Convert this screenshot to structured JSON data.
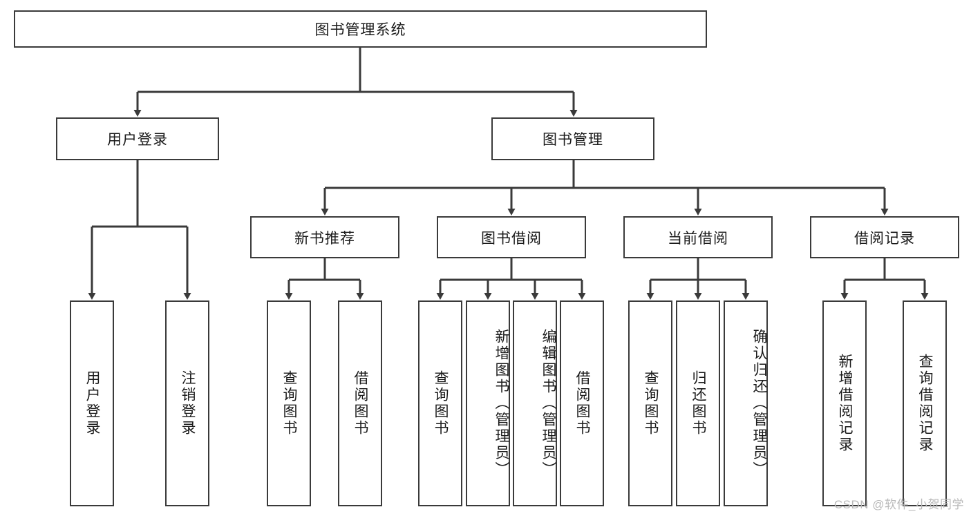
{
  "diagram": {
    "title": "图书管理系统",
    "type": "tree-hierarchy",
    "root": {
      "label": "图书管理系统"
    },
    "level2": [
      {
        "label": "用户登录"
      },
      {
        "label": "图书管理"
      }
    ],
    "level3": [
      {
        "label": "新书推荐"
      },
      {
        "label": "图书借阅"
      },
      {
        "label": "当前借阅"
      },
      {
        "label": "借阅记录"
      }
    ],
    "leaves": {
      "user_login": [
        {
          "label": "用户登录"
        },
        {
          "label": "注销登录"
        }
      ],
      "new_book_recommend": [
        {
          "label": "查询图书"
        },
        {
          "label": "借阅图书"
        }
      ],
      "book_borrow": [
        {
          "label": "查询图书"
        },
        {
          "label": "新增图书（管理员）"
        },
        {
          "label": "编辑图书（管理员）"
        },
        {
          "label": "借阅图书"
        }
      ],
      "current_borrow": [
        {
          "label": "查询图书"
        },
        {
          "label": "归还图书"
        },
        {
          "label": "确认归还（管理员）"
        }
      ],
      "borrow_records": [
        {
          "label": "新增借阅记录"
        },
        {
          "label": "查询借阅记录"
        }
      ]
    }
  },
  "watermark": {
    "text": "CSDN @软件_小贺同学"
  },
  "colors": {
    "box_border": "#3a3a3a",
    "box_fill": "#ffffff",
    "line": "#3a3a3a",
    "text": "#1a1a1a",
    "watermark": "#b9b9b9",
    "background": "#ffffff"
  }
}
